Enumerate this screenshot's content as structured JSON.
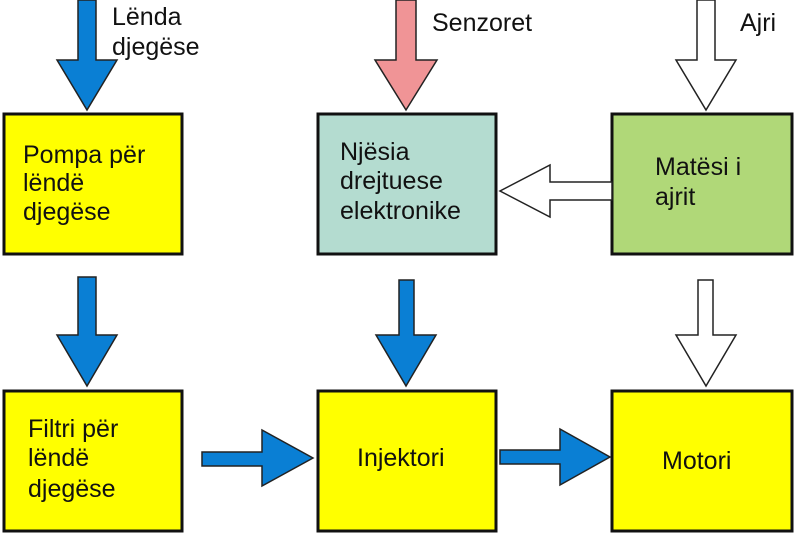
{
  "colors": {
    "fuel_box": "#ffff00",
    "ecu_box": "#b4dcd0",
    "airmeter_box": "#b0d878",
    "fuel_arrow": "#0a7fd4",
    "sensor_arrow": "#f09496",
    "air_arrow": "#ffffff"
  },
  "inputs": {
    "fuel_line1": "Lënda",
    "fuel_line2": "djegëse",
    "sensors": "Senzoret",
    "air": "Ajri"
  },
  "boxes": {
    "pump": {
      "lines": [
        "Pompa për",
        "lëndë",
        "djegëse"
      ]
    },
    "ecu": {
      "lines": [
        "Njësia",
        "drejtuese",
        "elektronike"
      ]
    },
    "air_meter": {
      "lines": [
        "Matësi i",
        "ajrit"
      ]
    },
    "filter": {
      "lines": [
        "Filtri për",
        "lëndë",
        "djegëse"
      ]
    },
    "injector": {
      "lines": [
        "Injektori"
      ]
    },
    "engine": {
      "lines": [
        "Motori"
      ]
    }
  }
}
